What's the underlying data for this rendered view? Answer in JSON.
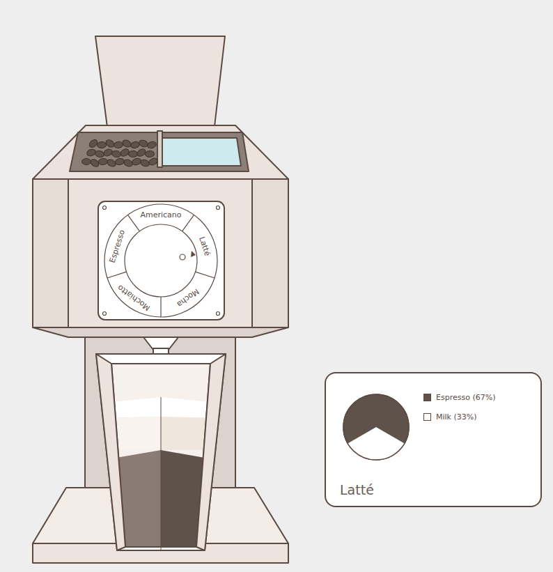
{
  "diagram": {
    "nodes": [
      {
        "text": [
          "Latté"
        ]
      }
    ],
    "labels": [
      "Americano",
      "Latté",
      "Mocha",
      "Mochiatto",
      "Espresso"
    ],
    "legend": [
      {
        "text": "Espresso (67%)",
        "color": "#5f524b"
      },
      {
        "text": "Milk (33%)",
        "color": "#ffffff"
      }
    ]
  }
}
